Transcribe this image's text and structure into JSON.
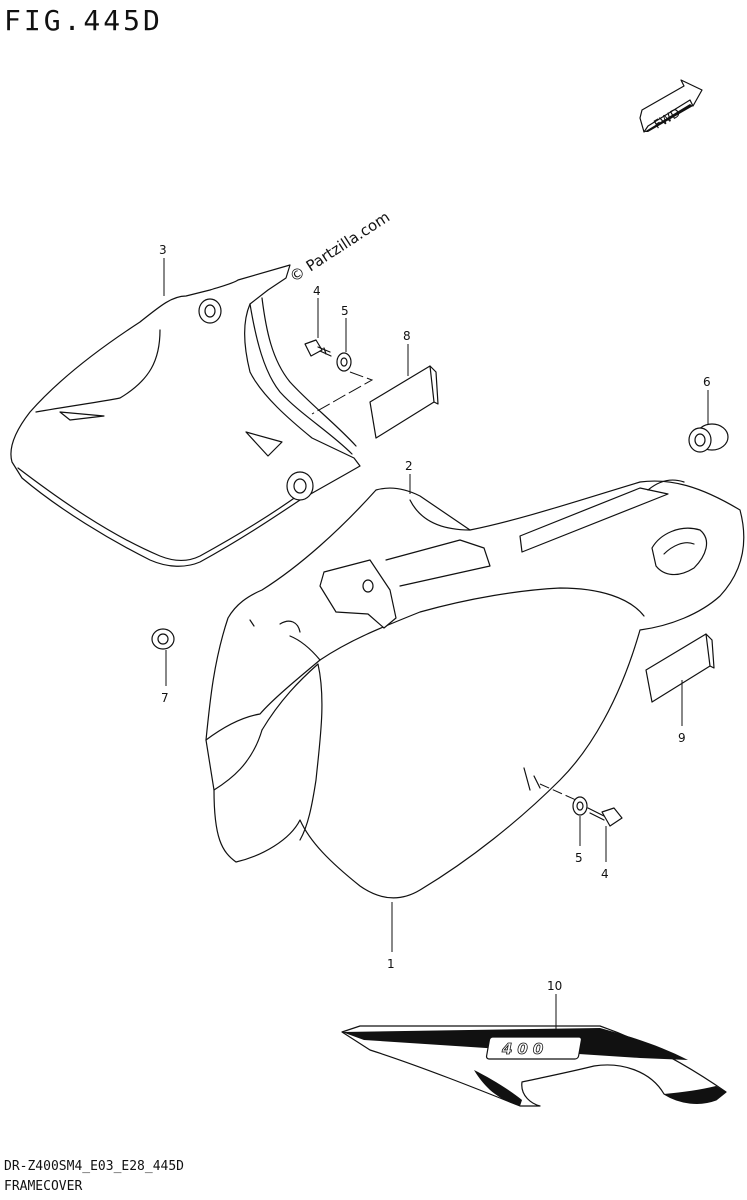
{
  "figure": {
    "title": "FIG.445D",
    "watermark": "© Partzilla.com",
    "footer_code": "DR-Z400SM4_E03_E28_445D",
    "footer_title": "FRAMECOVER"
  },
  "direction_badge": {
    "label": "FWD"
  },
  "callouts": [
    {
      "id": "c3",
      "label": "3"
    },
    {
      "id": "c4a",
      "label": "4"
    },
    {
      "id": "c5a",
      "label": "5"
    },
    {
      "id": "c8",
      "label": "8"
    },
    {
      "id": "c6",
      "label": "6"
    },
    {
      "id": "c2",
      "label": "2"
    },
    {
      "id": "c7",
      "label": "7"
    },
    {
      "id": "c9",
      "label": "9"
    },
    {
      "id": "c5b",
      "label": "5"
    },
    {
      "id": "c4b",
      "label": "4"
    },
    {
      "id": "c1",
      "label": "1"
    },
    {
      "id": "c10",
      "label": "10"
    }
  ],
  "decal_text": "400"
}
